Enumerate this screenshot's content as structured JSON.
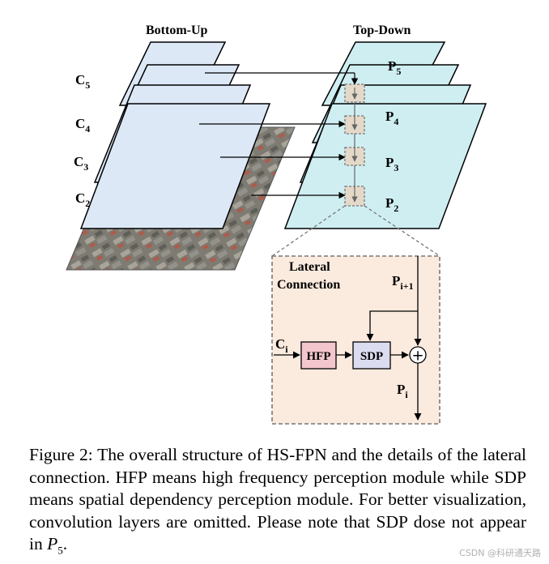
{
  "headers": {
    "bottom_up": "Bottom-Up",
    "top_down": "Top-Down"
  },
  "c_labels": [
    "C",
    "C",
    "C",
    "C"
  ],
  "c_subs": [
    "5",
    "4",
    "3",
    "2"
  ],
  "p_labels": [
    "P",
    "P",
    "P",
    "P"
  ],
  "p_subs": [
    "5",
    "4",
    "3",
    "2"
  ],
  "inset": {
    "title_line1": "Lateral",
    "title_line2": "Connection",
    "input_label": "C",
    "input_sub": "i",
    "hfp": "HFP",
    "sdp": "SDP",
    "top_label": "P",
    "top_sub": "i+1",
    "out_label": "P",
    "out_sub": "i",
    "plus": "+"
  },
  "caption": {
    "text": "Figure 2: The overall structure of HS-FPN and the details of the lateral connection. HFP means high frequency perception module while SDP means spatial dependency perception module. For better visualization, convolution layers are omitted. Please note that SDP dose not appear in ",
    "math_symbol": "P",
    "math_sub": "5",
    "end": "."
  },
  "watermark": "CSDN @科研通天路",
  "colors": {
    "bottom_up_fill": "#dce8f6",
    "top_down_fill": "#cfeef2",
    "inset_fill": "#fbeade",
    "hfp_fill": "#f2c6cc",
    "sdp_fill": "#dcdcf0",
    "small_box_fill": "#e4d9c8"
  }
}
